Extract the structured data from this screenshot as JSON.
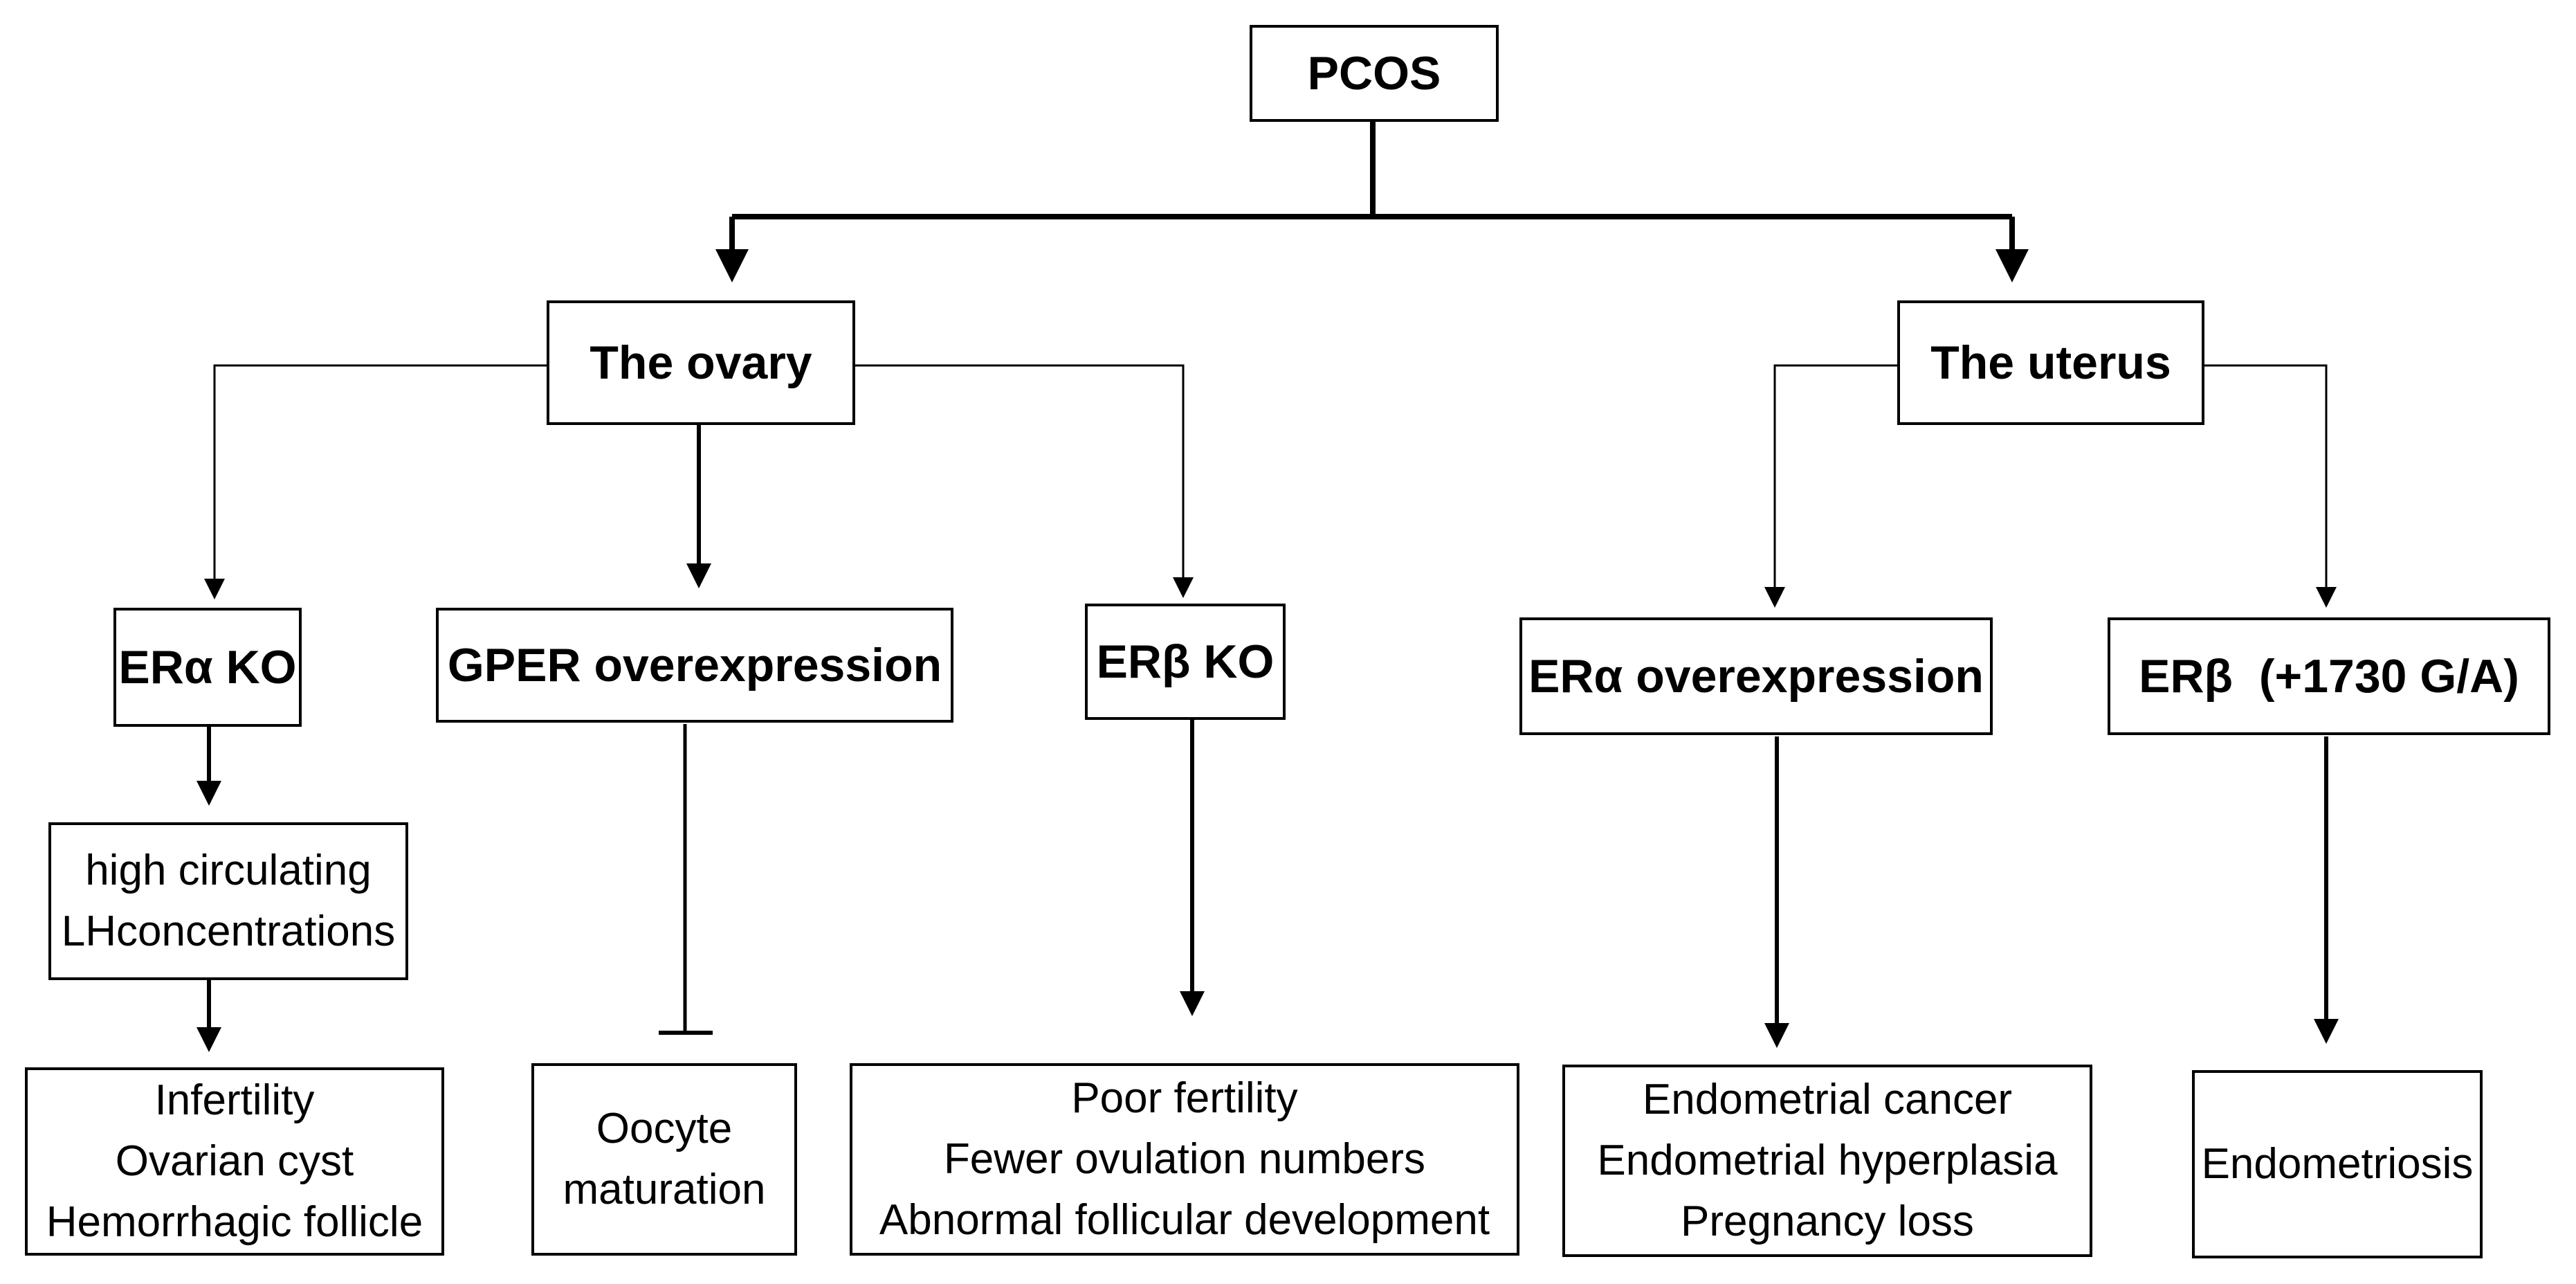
{
  "root": {
    "label": "PCOS"
  },
  "ovary": {
    "label": "The ovary",
    "era_ko": {
      "label": "ERα KO",
      "intermediate": [
        "high circulating",
        "LHconcentrations"
      ],
      "outcomes": [
        "Infertility",
        "Ovarian cyst",
        "Hemorrhagic follicle"
      ]
    },
    "gper": {
      "label": "GPER overexpression",
      "outcomes": [
        "Oocyte",
        "maturation"
      ]
    },
    "erb_ko": {
      "label": "ERβ KO",
      "outcomes": [
        "Poor fertility",
        "Fewer ovulation numbers",
        "Abnormal follicular development"
      ]
    }
  },
  "uterus": {
    "label": "The uterus",
    "era_over": {
      "label": "ERα overexpression",
      "outcomes": [
        "Endometrial cancer",
        "Endometrial hyperplasia",
        "Pregnancy loss"
      ]
    },
    "erb_var": {
      "label": "ERβ  (+1730 G/A)",
      "outcomes": [
        "Endometriosis"
      ]
    }
  }
}
